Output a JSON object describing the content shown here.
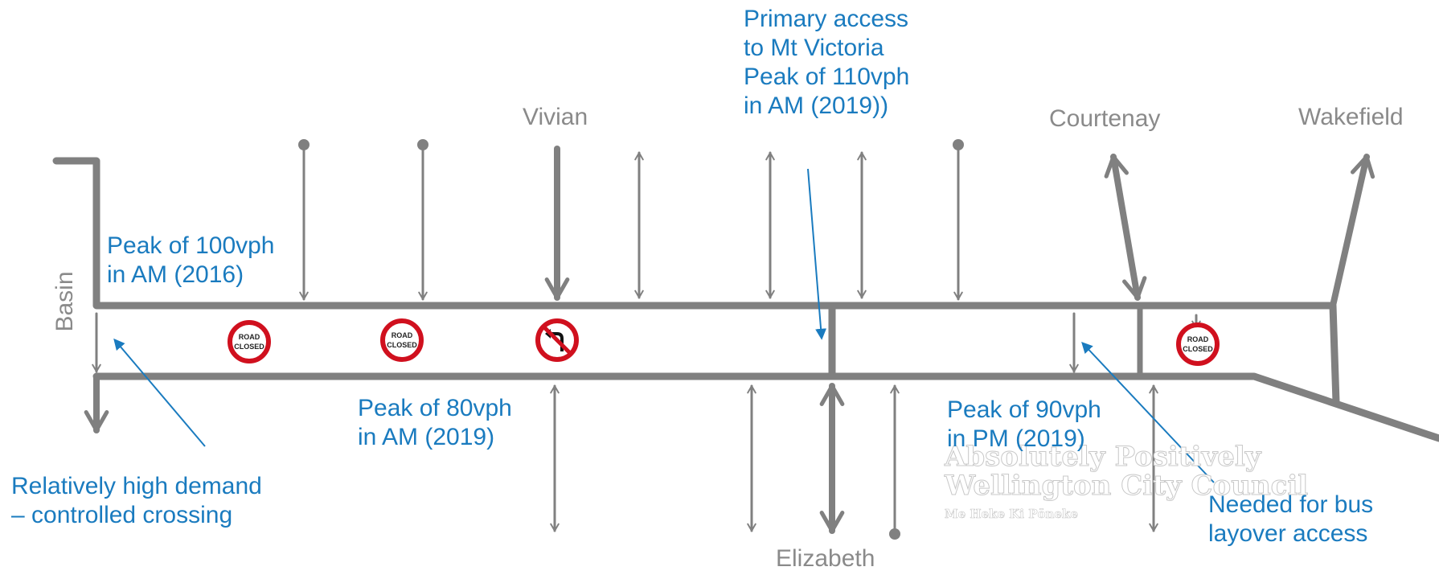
{
  "streets": {
    "vivian": "Vivian",
    "courtenay": "Courtenay",
    "wakefield": "Wakefield",
    "elizabeth": "Elizabeth",
    "basin": "Basin"
  },
  "annotations": {
    "peak_100": "Peak of 100vph\nin AM (2016)",
    "primary_access": "Primary access\nto Mt Victoria\nPeak of 110vph\nin AM (2019))",
    "peak_80": "Peak of 80vph\nin AM (2019)",
    "peak_90": "Peak of 90vph\nin PM (2019)",
    "relatively_high": "Relatively high demand\n– controlled crossing",
    "bus_layover": "Needed for bus\nlayover access"
  },
  "signs": {
    "road_closed_line1": "ROAD",
    "road_closed_line2": "CLOSED"
  },
  "watermark": {
    "line1": "Absolutely Positively",
    "line2": "Wellington City Council",
    "line3": "Me Heke Ki Pōneke"
  },
  "colors": {
    "road": "#808080",
    "annotation": "#1a7bbf",
    "street_label": "#8a8a8a",
    "sign_red": "#d0101e"
  }
}
